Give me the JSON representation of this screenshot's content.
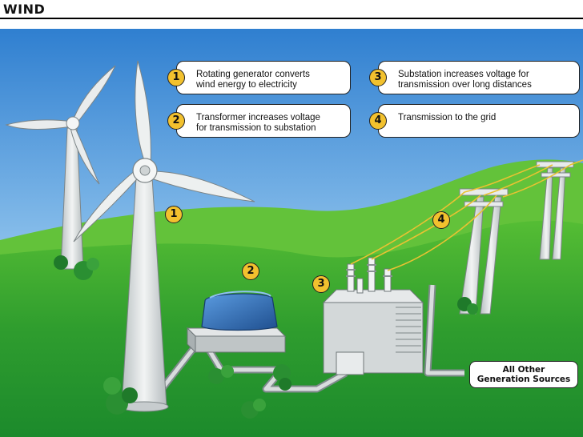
{
  "title": "WIND",
  "steps": [
    {
      "number": "1",
      "text_line1": "Rotating generator converts",
      "text_line2": "wind energy to electricity"
    },
    {
      "number": "2",
      "text_line1": "Transformer increases voltage",
      "text_line2": "for transmission to substation"
    },
    {
      "number": "3",
      "text_line1": "Substation increases voltage for",
      "text_line2": "transmission over long distances"
    },
    {
      "number": "4",
      "text_line1": "Transmission to the grid",
      "text_line2": ""
    }
  ],
  "other_sources_line1": "All Other",
  "other_sources_line2": "Generation Sources",
  "colors": {
    "sky_top": "#2f7fd0",
    "sky_bottom": "#cfe6f8",
    "grass_dark": "#1f8a2a",
    "grass_light": "#58c033",
    "badge": "#f2c12e",
    "transformer": "#2f6fb0",
    "concrete": "#cfd3d4"
  }
}
